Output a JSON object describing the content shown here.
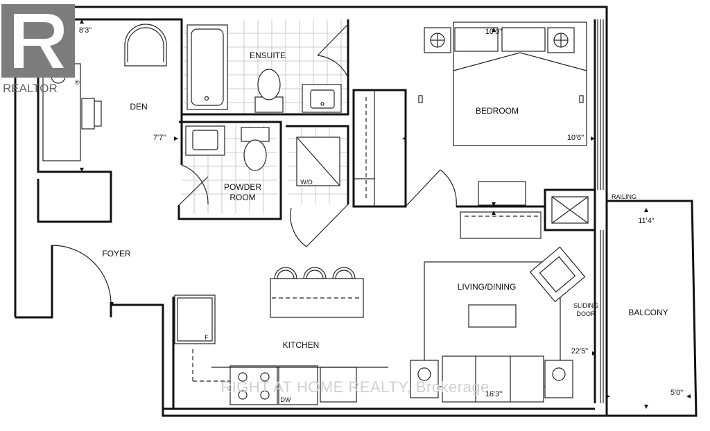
{
  "rooms": {
    "den": "DEN",
    "ensuite": "ENSUITE",
    "bedroom": "BEDROOM",
    "powder_line1": "POWDER",
    "powder_line2": "ROOM",
    "foyer": "FOYER",
    "kitchen": "KITCHEN",
    "living": "LIVING/DINING",
    "balcony": "BALCONY",
    "wd": "W/D",
    "sliding_line1": "SLIDING",
    "sliding_line2": "DOOR",
    "railing": "RAILING",
    "dw": "DW",
    "fridge": "F"
  },
  "dimensions": {
    "den_width": "8'3\"",
    "den_length": "7'7\"",
    "bedroom_width": "10'0\"",
    "bedroom_length": "10'6\"",
    "balcony_width": "11'4\"",
    "balcony_depth": "5'0\"",
    "living_length": "22'5\"",
    "living_width": "16'3\""
  },
  "watermark": "RIGHT AT HOME REALTY, Brokerage",
  "logo": {
    "text": "REALTOR",
    "mark": "®"
  }
}
